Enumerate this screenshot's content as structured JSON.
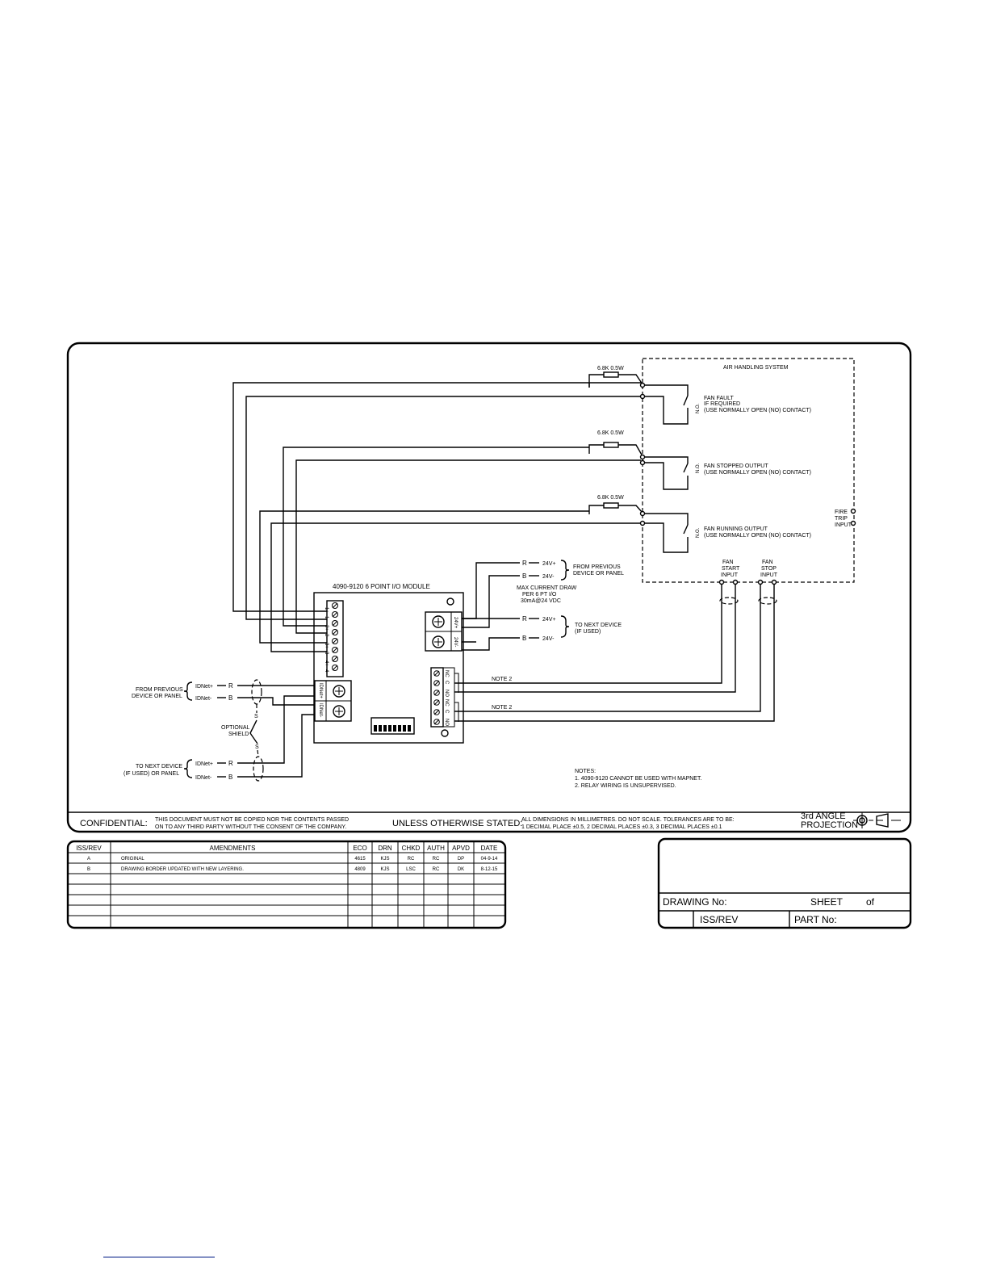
{
  "air_handling": {
    "title": "AIR HANDLING SYSTEM",
    "resistor_label": "6.8K 0.5W",
    "contact_label": "N.O.",
    "fan_fault": [
      "FAN FAULT",
      "IF REQUIRED",
      "(USE NORMALLY OPEN (NO) CONTACT)"
    ],
    "fan_stopped": [
      "FAN STOPPED OUTPUT",
      "(USE NORMALLY OPEN (NO) CONTACT)"
    ],
    "fan_running": [
      "FAN RUNNING OUTPUT",
      "(USE NORMALLY OPEN (NO) CONTACT)"
    ],
    "fire_trip": [
      "FIRE",
      "TRIP",
      "INPUT"
    ],
    "fan_start": [
      "FAN",
      "START",
      "INPUT"
    ],
    "fan_stop": [
      "FAN",
      "STOP",
      "INPUT"
    ]
  },
  "module": {
    "title": "4090-9120 6 POINT I/O MODULE",
    "io_terminals": [
      "1+",
      "1-",
      "2+",
      "2-",
      "3+",
      "3-",
      "4+",
      "4-"
    ],
    "power_terminals": [
      "24V+",
      "24V-"
    ],
    "relay_terminals": [
      "NC",
      "C",
      "NO",
      "NC",
      "C",
      "NO"
    ],
    "idnet_terminals": [
      "IDNet+",
      "IDNet-"
    ]
  },
  "power": {
    "r": "R",
    "b": "B",
    "v_plus": "24V+",
    "v_minus": "24V-",
    "from_previous": [
      "FROM PREVIOUS",
      "DEVICE OR PANEL"
    ],
    "to_next": [
      "TO NEXT DEVICE",
      "(IF USED)"
    ],
    "current_draw": [
      "MAX CURRENT DRAW",
      "PER 6 PT I/O",
      "30mA@24 VDC"
    ]
  },
  "idnet": {
    "from_previous": [
      "FROM PREVIOUS",
      "DEVICE OR PANEL"
    ],
    "to_next": [
      "TO NEXT DEVICE",
      "(IF USED) OR PANEL"
    ],
    "plus": "IDNet+",
    "minus": "IDNet-",
    "r": "R",
    "b": "B",
    "shield": [
      "OPTIONAL",
      "SHIELD"
    ],
    "s": "S"
  },
  "note_ref": "NOTE 2",
  "notes": [
    "NOTES:",
    "1. 4090-9120 CANNOT BE USED WITH MAPNET.",
    "2. RELAY WIRING IS UNSUPERVISED."
  ],
  "footer": {
    "confidential": "CONFIDENTIAL:",
    "confidential_text": [
      "THIS DOCUMENT MUST NOT BE COPIED NOR THE CONTENTS PASSED",
      "ON TO ANY THIRD PARTY WITHOUT THE CONSENT OF THE COMPANY."
    ],
    "unless": "UNLESS OTHERWISE STATED:",
    "dims": [
      "ALL DIMENSIONS IN MILLIMETRES. DO NOT SCALE. TOLERANCES ARE TO BE:",
      "1 DECIMAL PLACE ±0.5, 2 DECIMAL PLACES ±0.3, 3 DECIMAL PLACES ±0.1"
    ],
    "projection": [
      "3rd ANGLE",
      "PROJECTION"
    ]
  },
  "revisions": {
    "headers": [
      "ISS/REV",
      "AMENDMENTS",
      "ECO",
      "DRN",
      "CHKD",
      "AUTH",
      "APVD",
      "DATE"
    ],
    "rows": [
      [
        "A",
        "ORIGINAL",
        "4615",
        "KJS",
        "RC",
        "RC",
        "DP",
        "04-9-14"
      ],
      [
        "B",
        "DRAWING BORDER UPDATED WITH NEW LAYERING.",
        "4809",
        "KJS",
        "LSC",
        "RC",
        "DK",
        "8-12-15"
      ]
    ]
  },
  "title_block": {
    "drawing_no": "DRAWING No:",
    "sheet": "SHEET",
    "of": "of",
    "iss_rev": "ISS/REV",
    "part_no": "PART No:"
  }
}
